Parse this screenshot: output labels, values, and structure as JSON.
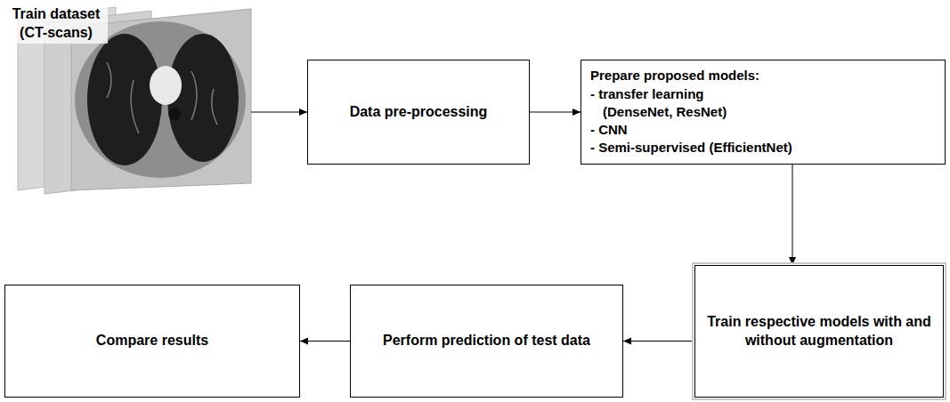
{
  "diagram": {
    "nodes": [
      {
        "text": [
          "Train dataset (CT-scans)"
        ]
      },
      {
        "text": [
          "Data pre-processing"
        ]
      },
      {
        "text": [
          "Prepare proposed models:",
          "- transfer learning (DenseNet, ResNet)",
          "- CNN",
          "- Semi-supervised (EfficientNet)"
        ]
      },
      {
        "text": [
          "Train respective models with and without augmentation"
        ]
      },
      {
        "text": [
          "Perform prediction of test data"
        ]
      },
      {
        "text": [
          "Compare results"
        ]
      }
    ],
    "edges": [
      {
        "from": 0,
        "to": 1,
        "arrow": "to"
      },
      {
        "from": 1,
        "to": 2,
        "arrow": "to"
      },
      {
        "from": 2,
        "to": 3,
        "arrow": "to"
      },
      {
        "from": 3,
        "to": 4,
        "arrow": "to"
      },
      {
        "from": 4,
        "to": 5,
        "arrow": "to"
      }
    ]
  }
}
